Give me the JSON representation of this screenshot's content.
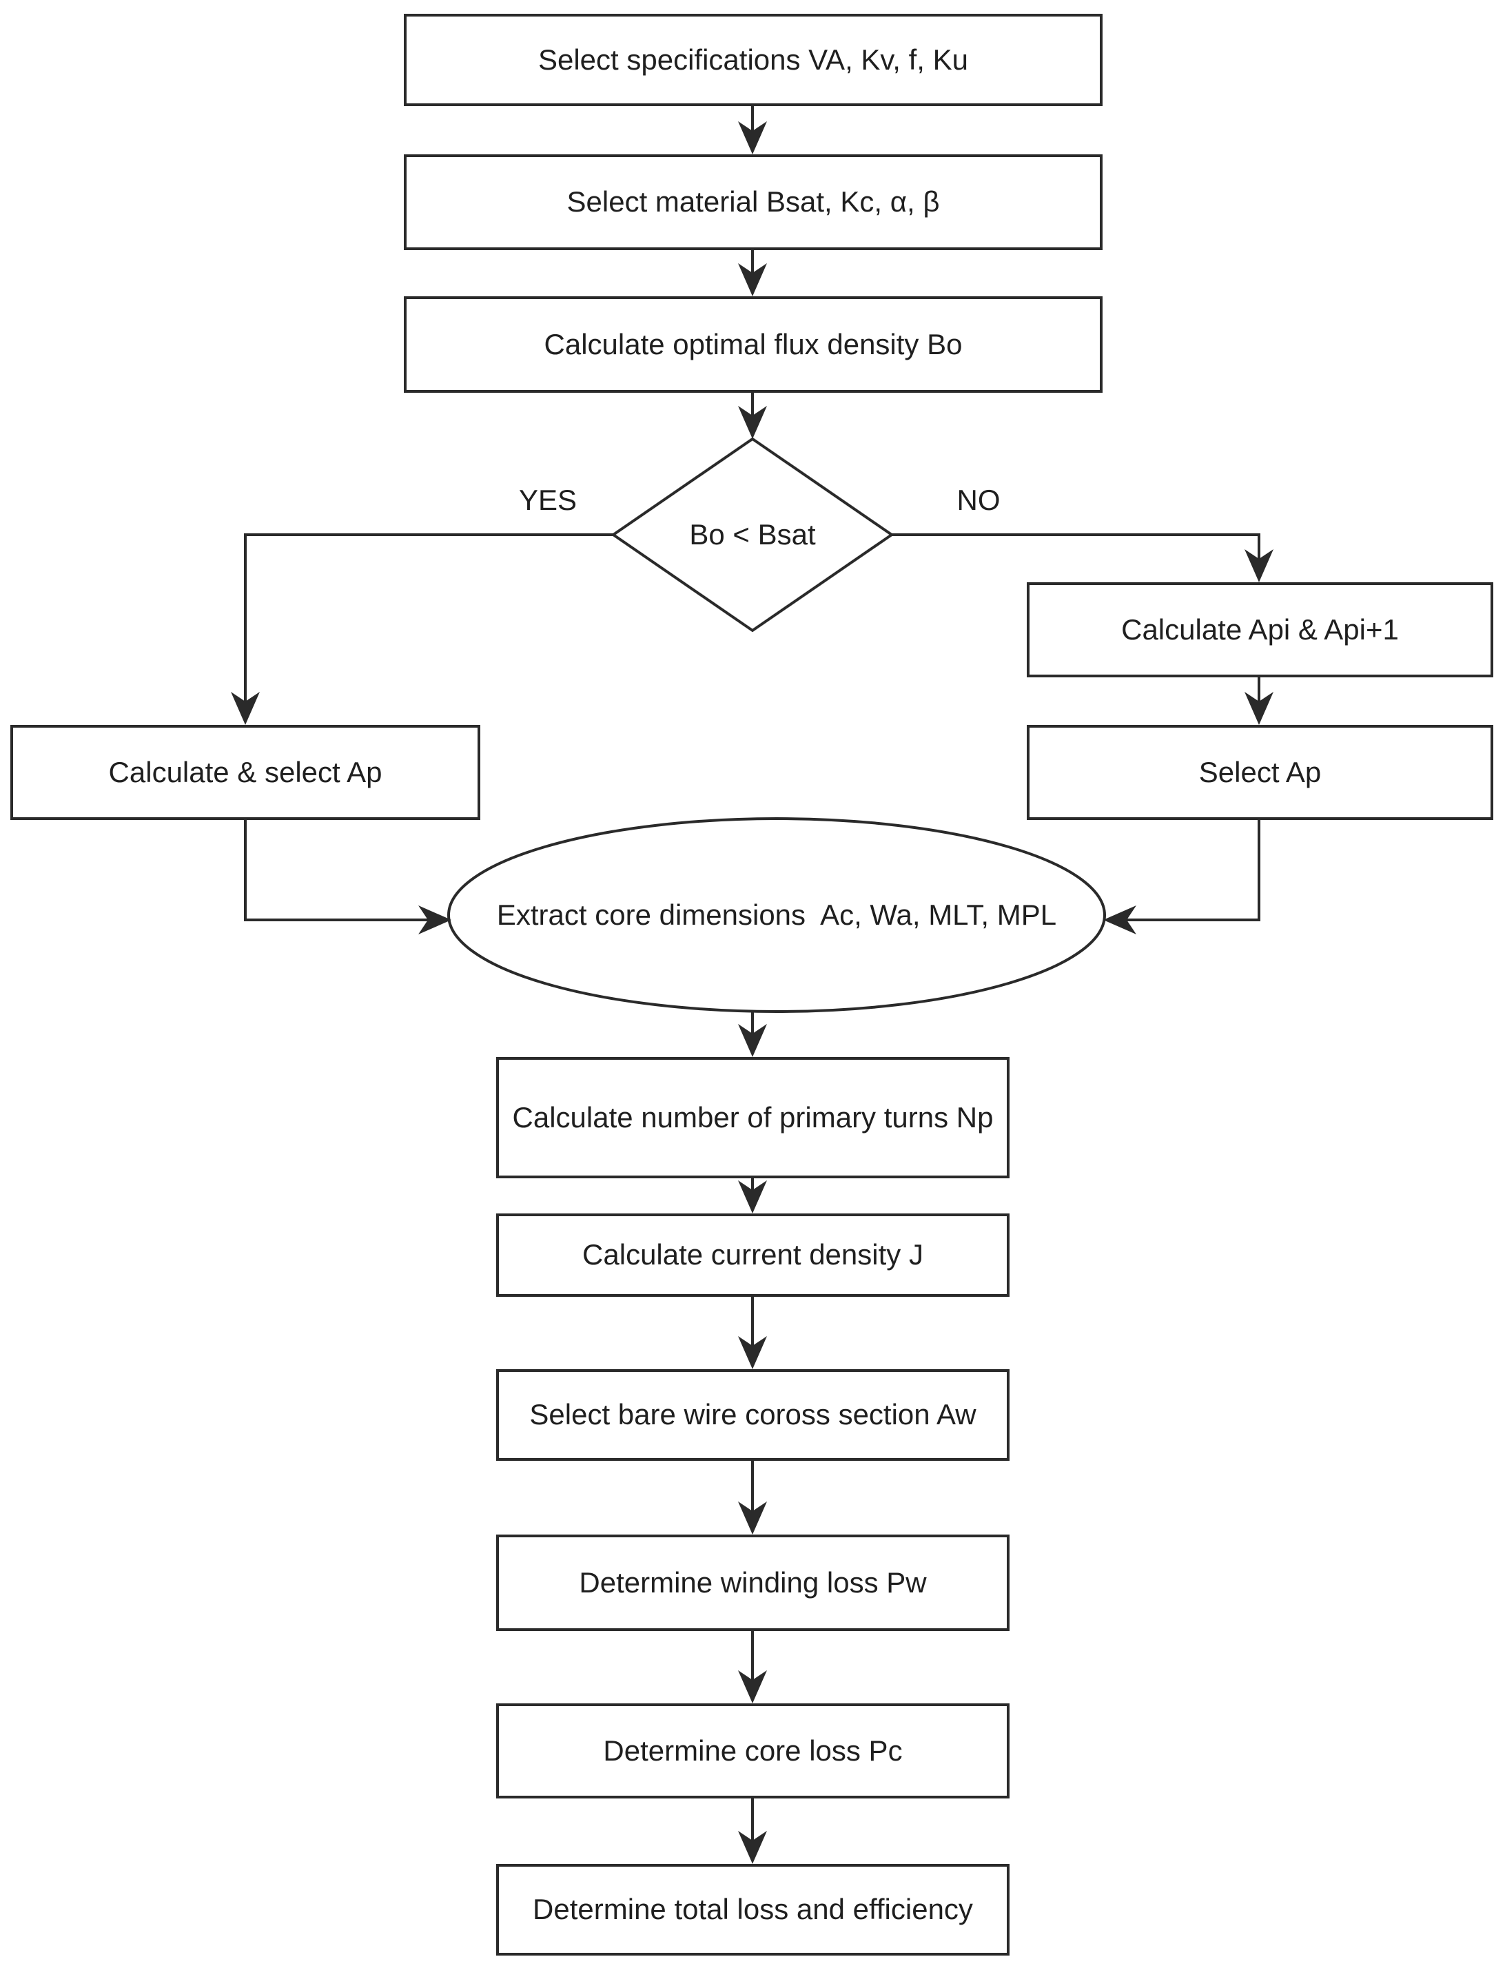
{
  "diagram": {
    "type": "flowchart",
    "colors": {
      "background": "#ffffff",
      "stroke": "#2a2a2a",
      "text": "#1f1f1f"
    },
    "nodes": {
      "select_specifications": {
        "shape": "rect",
        "label": "Select specifications VA, Kv, f, Ku"
      },
      "select_material": {
        "shape": "rect",
        "label": "Select material Bsat, Kc, α, β"
      },
      "calc_flux_density": {
        "shape": "rect",
        "label": "Calculate optimal flux density Bo"
      },
      "decision_bo_bsat": {
        "shape": "diamond",
        "label": "Bo < Bsat"
      },
      "calc_select_ap": {
        "shape": "rect",
        "label": "Calculate & select Ap"
      },
      "calc_api": {
        "shape": "rect",
        "label": "Calculate Api & Api+1"
      },
      "select_ap": {
        "shape": "rect",
        "label": "Select Ap"
      },
      "extract_core": {
        "shape": "ellipse",
        "label": "Extract core dimensions  Ac, Wa, MLT, MPL"
      },
      "calc_primary_turns": {
        "shape": "rect",
        "label": "Calculate number of primary turns Np"
      },
      "calc_current_density": {
        "shape": "rect",
        "label": "Calculate current density J"
      },
      "select_bare_wire": {
        "shape": "rect",
        "label": "Select bare wire coross section Aw"
      },
      "winding_loss": {
        "shape": "rect",
        "label": "Determine winding loss Pw"
      },
      "core_loss": {
        "shape": "rect",
        "label": "Determine core loss Pc"
      },
      "total_loss": {
        "shape": "rect",
        "label": "Determine total loss and efficiency"
      }
    },
    "edge_labels": {
      "yes": "YES",
      "no": "NO"
    },
    "edges": [
      {
        "from": "select_specifications",
        "to": "select_material"
      },
      {
        "from": "select_material",
        "to": "calc_flux_density"
      },
      {
        "from": "calc_flux_density",
        "to": "decision_bo_bsat"
      },
      {
        "from": "decision_bo_bsat",
        "to": "calc_select_ap",
        "label": "YES"
      },
      {
        "from": "decision_bo_bsat",
        "to": "calc_api",
        "label": "NO"
      },
      {
        "from": "calc_api",
        "to": "select_ap"
      },
      {
        "from": "calc_select_ap",
        "to": "extract_core"
      },
      {
        "from": "select_ap",
        "to": "extract_core"
      },
      {
        "from": "extract_core",
        "to": "calc_primary_turns"
      },
      {
        "from": "calc_primary_turns",
        "to": "calc_current_density"
      },
      {
        "from": "calc_current_density",
        "to": "select_bare_wire"
      },
      {
        "from": "select_bare_wire",
        "to": "winding_loss"
      },
      {
        "from": "winding_loss",
        "to": "core_loss"
      },
      {
        "from": "core_loss",
        "to": "total_loss"
      }
    ]
  }
}
